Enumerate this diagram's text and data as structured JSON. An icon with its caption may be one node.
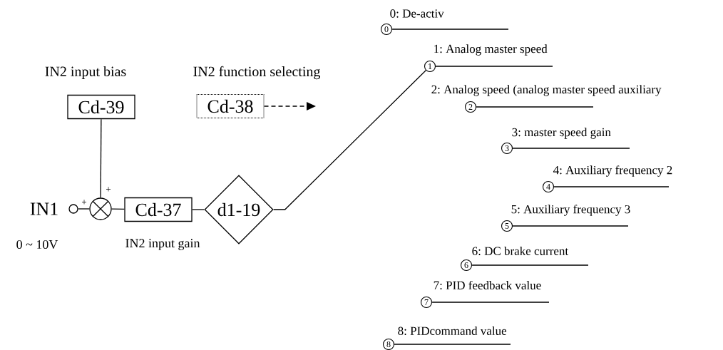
{
  "diagram": {
    "nodes": [
      {
        "text": [],
        "shape": "circle",
        "beside": [
          "IN1",
          "0 ~ 10V"
        ]
      },
      {
        "text": [],
        "shape": "circle"
      },
      {
        "text": [
          "IN2 input bias",
          "Cd-39"
        ]
      },
      {
        "text": [
          "IN2 function selecting",
          "Cd-38"
        ]
      },
      {
        "text": [
          "Cd-37"
        ]
      },
      {
        "text": [
          "d1-19"
        ]
      },
      {
        "text": [
          "0"
        ],
        "beside": [
          "0: De-activ"
        ]
      },
      {
        "text": [
          "1"
        ],
        "beside": [
          "1: Analog master speed"
        ]
      },
      {
        "text": [
          "2"
        ],
        "beside": [
          "2: Analog speed (analog master speed auxiliary"
        ]
      },
      {
        "text": [
          "3"
        ],
        "beside": [
          "3: master speed gain"
        ]
      },
      {
        "text": [
          "4"
        ],
        "beside": [
          "4: Auxiliary frequency 2"
        ]
      },
      {
        "text": [
          "5"
        ],
        "beside": [
          "5: Auxiliary frequency 3"
        ]
      },
      {
        "text": [
          "6"
        ],
        "beside": [
          "6: DC brake current"
        ]
      },
      {
        "text": [
          "7"
        ],
        "beside": [
          "7: PID feedback value"
        ]
      },
      {
        "text": [
          "8"
        ],
        "beside": [
          "8: PIDcommand value"
        ]
      }
    ],
    "edges": [
      {
        "from": 0,
        "to": 1,
        "arrow": "none",
        "label": "+"
      },
      {
        "from": 2,
        "to": 1,
        "arrow": "none",
        "label": "+"
      },
      {
        "from": 1,
        "to": 4,
        "arrow": "none"
      },
      {
        "from": 4,
        "to": 5,
        "arrow": "none"
      },
      {
        "from": 5,
        "to": 7,
        "arrow": "none"
      },
      {
        "from": 3,
        "to": null,
        "arrow": "to",
        "style": "dashed"
      }
    ],
    "labels": [
      "IN2 input gain"
    ]
  }
}
